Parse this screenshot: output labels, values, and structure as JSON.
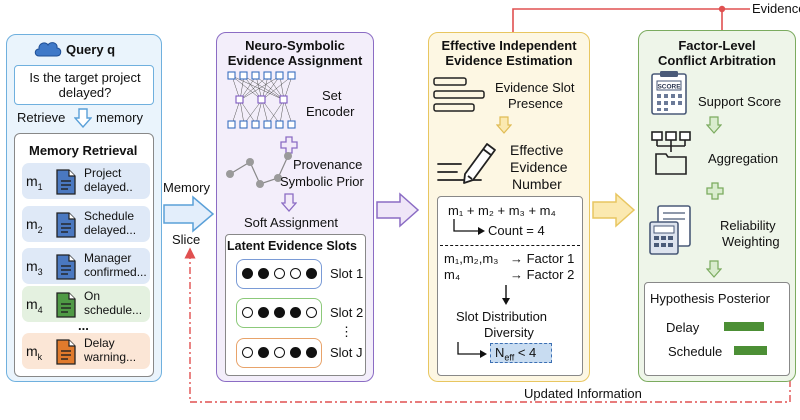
{
  "top_label": "Evidence",
  "bottom_label": "Updated Information",
  "query": {
    "title": "Query q",
    "question": "Is the target project delayed?",
    "retrieve": "Retrieve",
    "memory": "memory"
  },
  "memory_retrieval": {
    "title": "Memory Retrieval",
    "items": [
      {
        "key": "m",
        "sub": "1",
        "text": "Project delayed..",
        "color": "#4a78c0",
        "bg": "#dfe9f7"
      },
      {
        "key": "m",
        "sub": "2",
        "text": "Schedule delayed...",
        "color": "#4a78c0",
        "bg": "#dfe9f7"
      },
      {
        "key": "m",
        "sub": "3",
        "text": "Manager confirmed...",
        "color": "#4a78c0",
        "bg": "#dfe9f7"
      },
      {
        "key": "m",
        "sub": "4",
        "text": "On schedule...",
        "color": "#4f9a45",
        "bg": "#e4f1e0"
      },
      {
        "key": "m",
        "sub": "k",
        "text": "Delay warning...",
        "color": "#e07a2c",
        "bg": "#fbe6d6"
      }
    ],
    "ellipsis": "..."
  },
  "memory_slice": {
    "line1": "Memory",
    "line2": "Slice"
  },
  "neuro_symbolic": {
    "title_l1": "Neuro-Symbolic",
    "title_l2": "Evidence Assignment",
    "set_encoder_l1": "Set",
    "set_encoder_l2": "Encoder",
    "prov_l1": "Provenance",
    "prov_l2": "Symbolic Prior",
    "soft": "Soft Assignment",
    "latent_title": "Latent Evidence Slots",
    "slots": [
      {
        "label": "Slot 1",
        "pattern": [
          1,
          1,
          0,
          0,
          1
        ],
        "border": "#7a9bd6"
      },
      {
        "label": "Slot 2",
        "pattern": [
          0,
          1,
          1,
          1,
          0
        ],
        "border": "#8cc97a"
      },
      {
        "label": "Slot J",
        "pattern": [
          0,
          1,
          0,
          1,
          1
        ],
        "border": "#e8a36a"
      }
    ],
    "vdots": "⋮"
  },
  "effective": {
    "title_l1": "Effective Independent",
    "title_l2": "Evidence Estimation",
    "presence_l1": "Evidence Slot",
    "presence_l2": "Presence",
    "number_l1": "Effective",
    "number_l2": "Evidence",
    "number_l3": "Number",
    "sum": "m₁ + m₂ + m₃ + m₄",
    "count": "Count = 4",
    "f1_left": "m₁,m₂,m₃",
    "f1_right": "→ Factor 1",
    "f2_left": "m₄",
    "f2_right": "→ Factor 2",
    "sdd_l1": "Slot Distribution",
    "sdd_l2": "Diversity",
    "neff": "N",
    "neff_sub": "eff",
    "neff_tail": " < 4"
  },
  "factor": {
    "title_l1": "Factor-Level",
    "title_l2": "Conflict Arbitration",
    "support": "Support Score",
    "score_icon_text": "SCORE",
    "aggregation": "Aggregation",
    "rel_l1": "Reliability",
    "rel_l2": "Weighting",
    "posterior_title": "Hypothesis Posterior",
    "bars": [
      {
        "label": "Delay",
        "value": 0.55
      },
      {
        "label": "Schedule",
        "value": 0.45
      }
    ]
  },
  "colors": {
    "query_border": "#6fb0de",
    "query_bg": "#eaf4fc",
    "neuro_border": "#8b6cc4",
    "neuro_bg": "#f3eefa",
    "eff_border": "#e8c660",
    "eff_bg": "#fdf7e3",
    "factor_border": "#7bab5f",
    "factor_bg": "#eef5e9",
    "red": "#e05050",
    "bar": "#4c8f35"
  }
}
